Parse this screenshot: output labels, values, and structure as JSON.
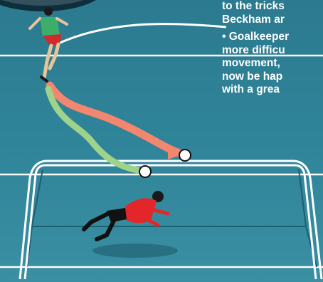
{
  "caption": {
    "lines": [
      "to the tricks",
      "Beckham ar",
      "",
      "• Goalkeeper",
      "more difficu",
      "movement,",
      "now be hap",
      "with a grea"
    ]
  },
  "colors": {
    "background": "#2f8398",
    "field_lines": "#ffffff",
    "dip_trajectory": "#f2866f",
    "straight_trajectory": "#9fd28a",
    "shirt_attacker": "#3cae6a",
    "shorts_attacker": "#d12a2a",
    "shirt_keeper": "#e3262a",
    "shorts_keeper": "#111111"
  },
  "icons": [
    "football-icon",
    "attacker-figure",
    "goalkeeper-figure",
    "goal-frame"
  ]
}
